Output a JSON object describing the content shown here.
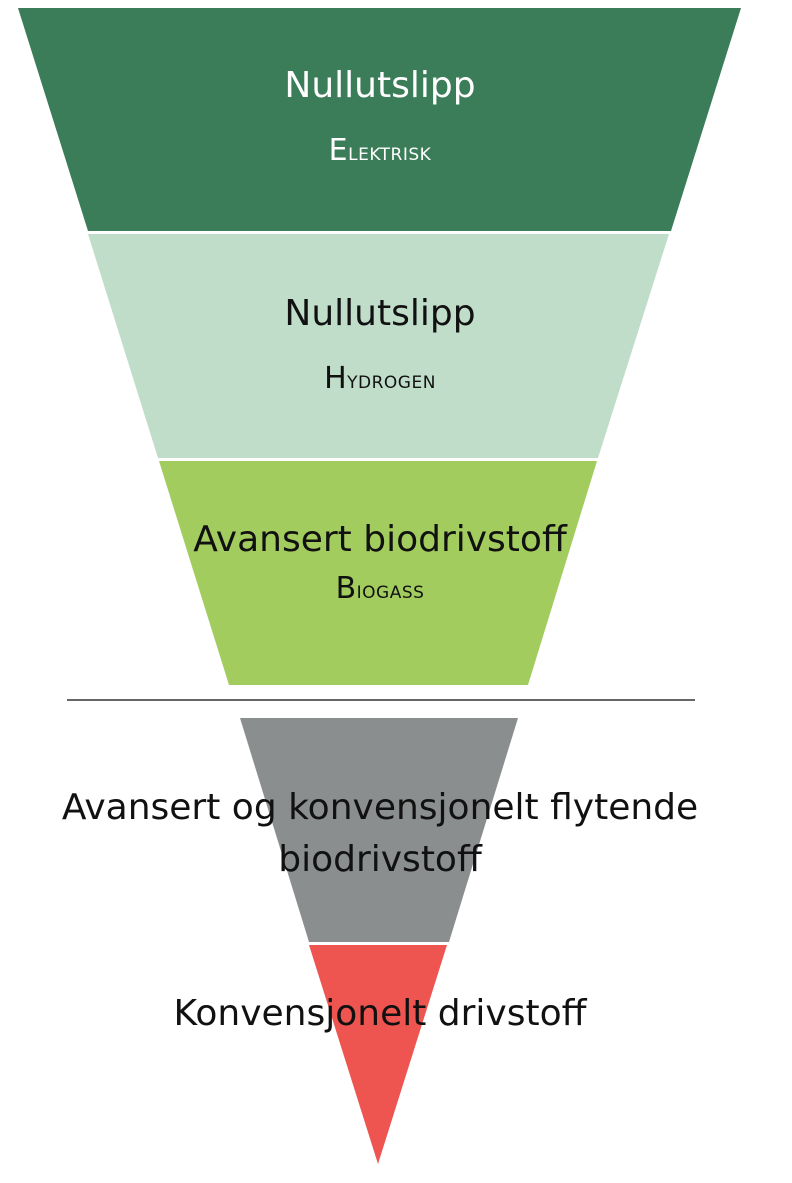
{
  "tiers": [
    {
      "title": "Nullutslipp",
      "subtitle": "Elektrisk",
      "fill": "#3a7d58",
      "text_color": "#ffffff"
    },
    {
      "title": "Nullutslipp",
      "subtitle": "Hydrogen",
      "fill": "#c0ddc9",
      "text_color": "#111111"
    },
    {
      "title": "Avansert biodrivstoff",
      "subtitle": "Biogass",
      "fill": "#a2cc5e",
      "text_color": "#111111"
    },
    {
      "title": "Avansert og konvensjonelt flytende biodrivstoff",
      "fill": "#8b8e8f",
      "text_color": "#111111"
    },
    {
      "title": "Konvensjonelt drivstoff",
      "fill": "#ef5550",
      "text_color": "#111111"
    }
  ],
  "divider_color": "#333333"
}
